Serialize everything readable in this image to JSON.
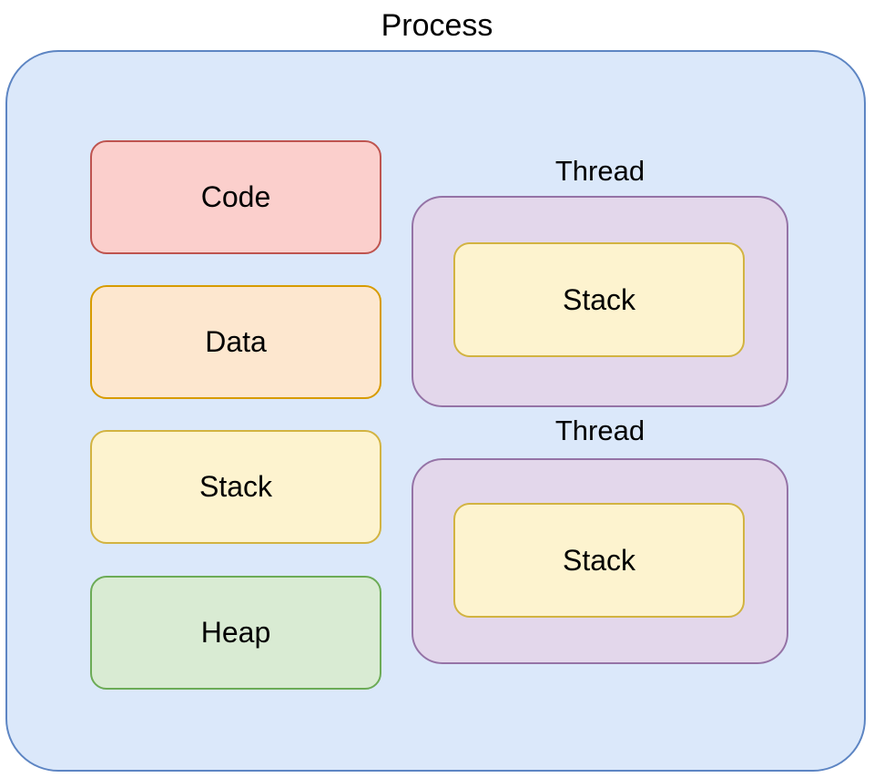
{
  "diagram": {
    "title": "Process",
    "process": {
      "fill": "#DBE8FA",
      "stroke": "#5D85C3",
      "segments": [
        {
          "label": "Code",
          "fill": "#FBCFCC",
          "stroke": "#BE544F"
        },
        {
          "label": "Data",
          "fill": "#FDE7CF",
          "stroke": "#D79B00"
        },
        {
          "label": "Stack",
          "fill": "#FDF3CF",
          "stroke": "#D2B341"
        },
        {
          "label": "Heap",
          "fill": "#D9EBD3",
          "stroke": "#6CAB56"
        }
      ]
    },
    "threads": [
      {
        "label": "Thread",
        "fill": "#E3D7EB",
        "stroke": "#9573A6",
        "stack": {
          "label": "Stack",
          "fill": "#FDF3CF",
          "stroke": "#D2B341"
        }
      },
      {
        "label": "Thread",
        "fill": "#E3D7EB",
        "stroke": "#9573A6",
        "stack": {
          "label": "Stack",
          "fill": "#FDF3CF",
          "stroke": "#D2B341"
        }
      }
    ]
  }
}
